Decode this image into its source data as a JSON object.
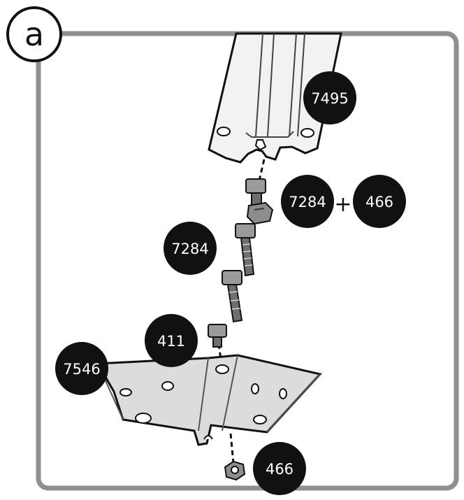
{
  "step": {
    "label": "a"
  },
  "callouts": {
    "rail": "7495",
    "bolt_pair": "7284",
    "plus": "+",
    "nut_pair": "466",
    "bolt": "7284",
    "short_bolt": "411",
    "plate": "7546",
    "bottom_nut": "466"
  },
  "colors": {
    "frame": "#8f8f8f",
    "callout": "#111111",
    "part_fill": "#ececec",
    "part_dark": "#8a8a8a",
    "line": "#111111"
  },
  "icons": {
    "rail": "aluminium-rail-icon",
    "bolt": "carriage-bolt-icon",
    "nut": "hex-nut-icon",
    "plate": "mounting-plate-icon"
  }
}
